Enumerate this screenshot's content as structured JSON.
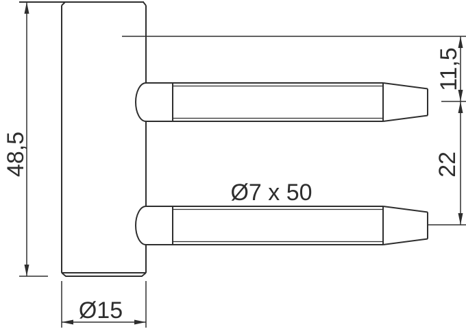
{
  "drawing": {
    "type": "technical-dimension-drawing",
    "line_color": "#2e2e2e",
    "background_color": "#ffffff",
    "labels": {
      "body_height": "48,5",
      "pin_top_offset": "11,5",
      "pin_spacing": "22",
      "pin_spec": "Ø7 x 50",
      "body_diameter": "Ø15"
    }
  }
}
